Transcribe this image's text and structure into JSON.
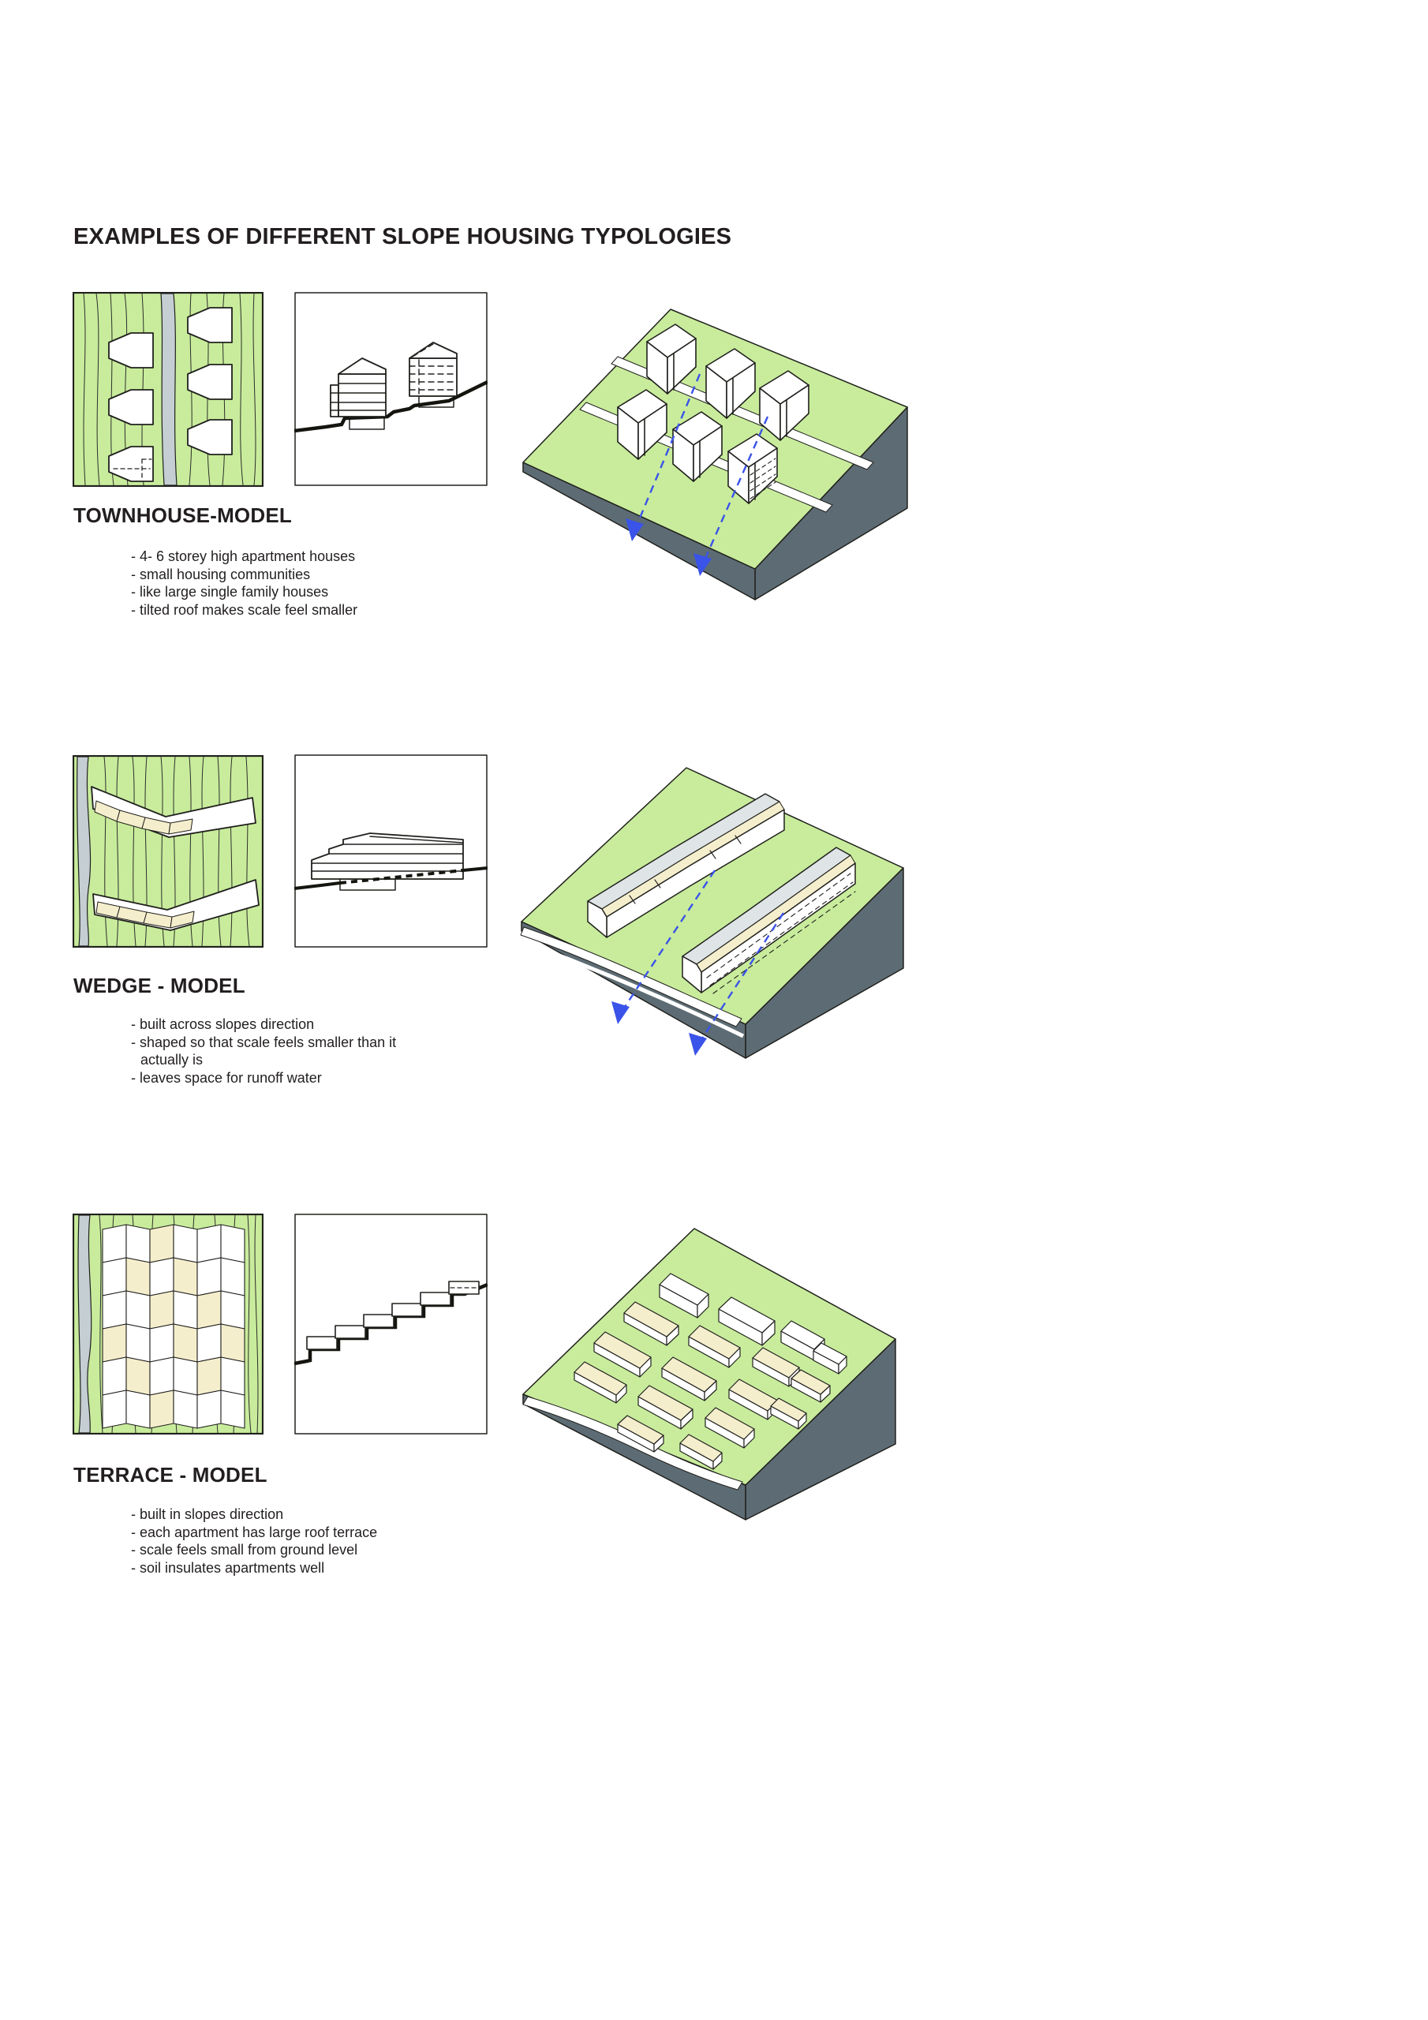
{
  "page": {
    "title": "EXAMPLES OF DIFFERENT SLOPE HOUSING TYPOLOGIES"
  },
  "colors": {
    "green": "#c8ec9c",
    "slate": "#5d6c74",
    "cream": "#f5eecd",
    "roof": "#dfe5e6",
    "road": "#c4ced3",
    "arrow": "#3a53e8",
    "ink": "#221e1f"
  },
  "sections": [
    {
      "title": "TOWNHOUSE-MODEL",
      "bullets": [
        "- 4- 6 storey high apartment houses",
        "- small housing communities",
        "- like large single family houses",
        "- tilted roof makes scale feel smaller"
      ]
    },
    {
      "title": "WEDGE - MODEL",
      "bullets": [
        "- built across slopes direction",
        "- shaped so that scale feels smaller than it actually is",
        "- leaves space for runoff water"
      ]
    },
    {
      "title": "TERRACE - MODEL",
      "bullets": [
        "- built in slopes direction",
        "- each apartment has large roof terrace",
        "- scale feels small from ground level",
        "- soil insulates apartments well"
      ]
    }
  ]
}
